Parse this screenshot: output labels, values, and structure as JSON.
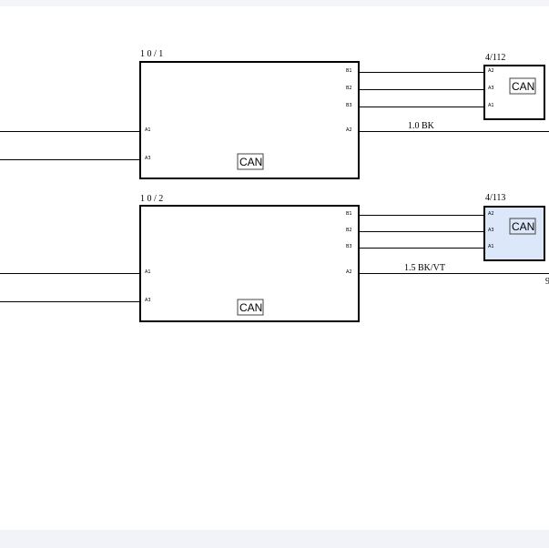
{
  "diagram": {
    "colors": {
      "wire": "#000000",
      "highlight_fill": "#dce7f9",
      "box_fill": "#ffffff"
    },
    "modules": [
      {
        "id": "ecu-1",
        "label": "1 0 / 1",
        "can_label": "CAN",
        "right_pins": [
          "B1",
          "B2",
          "B3",
          "A2"
        ],
        "left_pins": [
          "A1",
          "A3"
        ],
        "wire_label": "1.0 BK"
      },
      {
        "id": "ecu-2",
        "label": "1 0 / 2",
        "can_label": "CAN",
        "right_pins": [
          "B1",
          "B2",
          "B3",
          "A2"
        ],
        "left_pins": [
          "A1",
          "A3"
        ],
        "wire_label": "1.5 BK/VT"
      }
    ],
    "connectors": [
      {
        "id": "conn-112",
        "label": "4/112",
        "can_label": "CAN",
        "pins": [
          "A2",
          "A3",
          "A1"
        ],
        "highlighted": false
      },
      {
        "id": "conn-113",
        "label": "4/113",
        "can_label": "CAN",
        "pins": [
          "A2",
          "A3",
          "A1"
        ],
        "highlighted": true
      }
    ],
    "edge_fragment": "9"
  }
}
